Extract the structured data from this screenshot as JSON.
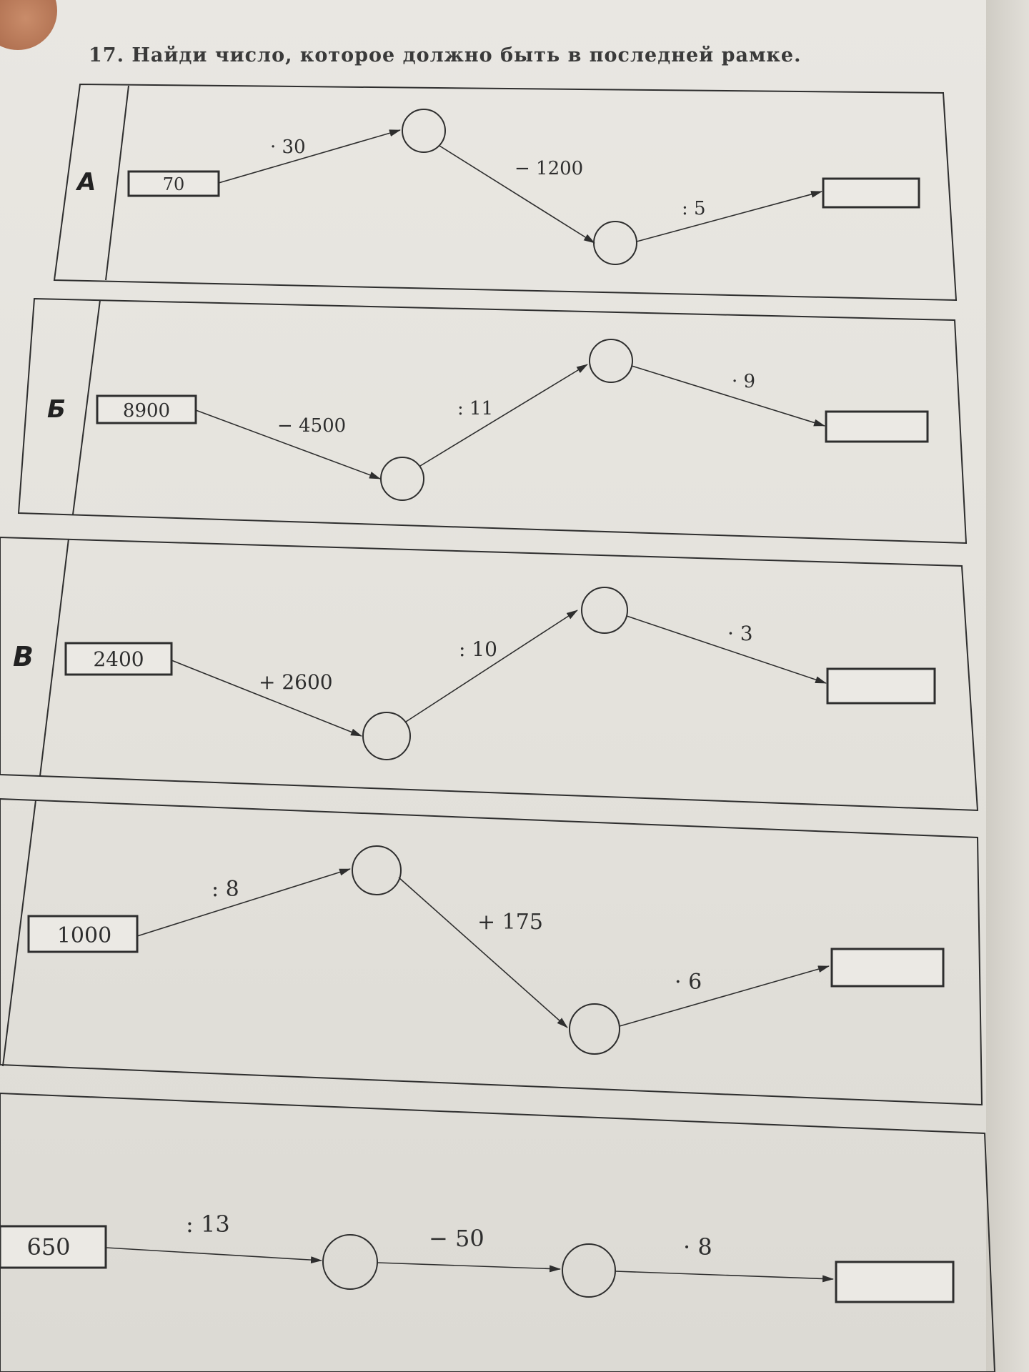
{
  "title": "17. Найди число, которое должно быть в последней рамке.",
  "panels": [
    {
      "letter": "А",
      "start": "70",
      "ops": [
        "· 30",
        "− 1200",
        ": 5"
      ],
      "answer": ""
    },
    {
      "letter": "Б",
      "start": "8900",
      "ops": [
        "− 4500",
        ": 11",
        "· 9"
      ],
      "answer": ""
    },
    {
      "letter": "В",
      "start": "2400",
      "ops": [
        "+ 2600",
        ": 10",
        "· 3"
      ],
      "answer": ""
    },
    {
      "letter": "",
      "start": "1000",
      "ops": [
        ": 8",
        "+ 175",
        "· 6"
      ],
      "answer": ""
    },
    {
      "letter": "",
      "start": "650",
      "ops": [
        ": 13",
        "− 50",
        "· 8"
      ],
      "answer": ""
    }
  ],
  "colors": {
    "ink": "#2e2e2e",
    "paper": "#e9e7e2"
  }
}
